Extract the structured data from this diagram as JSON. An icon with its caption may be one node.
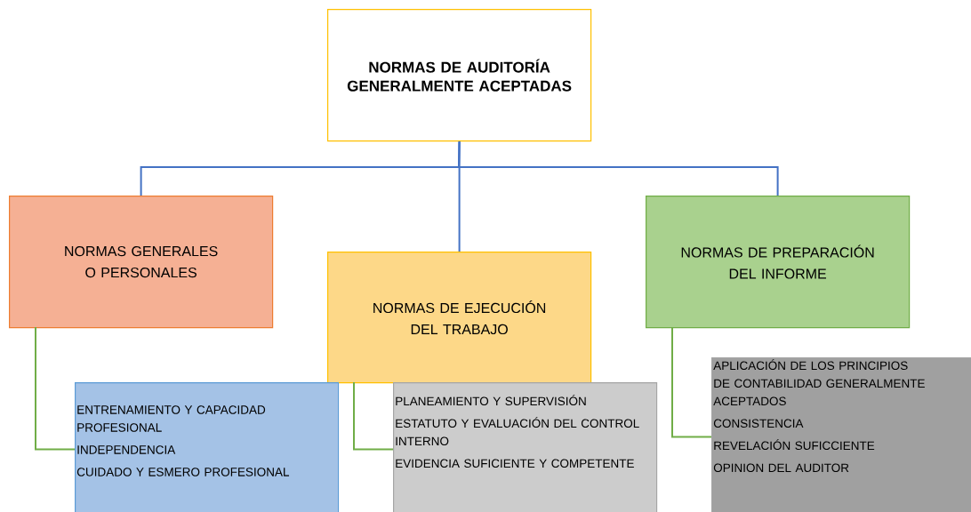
{
  "diagram": {
    "nodes": [
      {
        "text": [
          "NORMAS DE AUDITORÍA GENERALMENTE ACEPTADAS"
        ]
      },
      {
        "text": [
          "NORMAS GENERALES O PERSONALES"
        ]
      },
      {
        "text": [
          "NORMAS DE EJECUCIÓN DEL TRABAJO"
        ]
      },
      {
        "text": [
          "NORMAS DE PREPARACIÓN DEL INFORME"
        ]
      },
      {
        "text": [
          "ENTRENAMIENTO Y CAPACIDAD PROFESIONAL",
          "INDEPENDENCIA",
          "CUIDADO Y ESMERO PROFESIONAL"
        ]
      },
      {
        "text": [
          "PLANEAMIENTO Y  SUPERVISIÓN",
          "ESTATUTO Y EVALUACIÓN DEL CONTROL INTERNO",
          "EVIDENCIA SUFICIENTE Y COMPETENTE"
        ]
      },
      {
        "text": [
          "APLICACIÓN DE LOS PRINCIPIOS  DE CONTABILIDAD GENERALMENTE ACEPTADOS",
          "CONSISTENCIA",
          "REVELACIÓN SUFICCIENTE",
          "OPINION  DEL AUDITOR"
        ]
      }
    ],
    "edges": [
      {
        "from": 0,
        "to": 1,
        "arrow": "none",
        "color": "#4472c4"
      },
      {
        "from": 0,
        "to": 2,
        "arrow": "none",
        "color": "#4472c4"
      },
      {
        "from": 0,
        "to": 3,
        "arrow": "none",
        "color": "#4472c4"
      },
      {
        "from": 1,
        "to": 4,
        "arrow": "none",
        "color": "#70ad47"
      },
      {
        "from": 2,
        "to": 5,
        "arrow": "none",
        "color": "#70ad47"
      },
      {
        "from": 3,
        "to": 6,
        "arrow": "none",
        "color": "#70ad47"
      }
    ]
  }
}
